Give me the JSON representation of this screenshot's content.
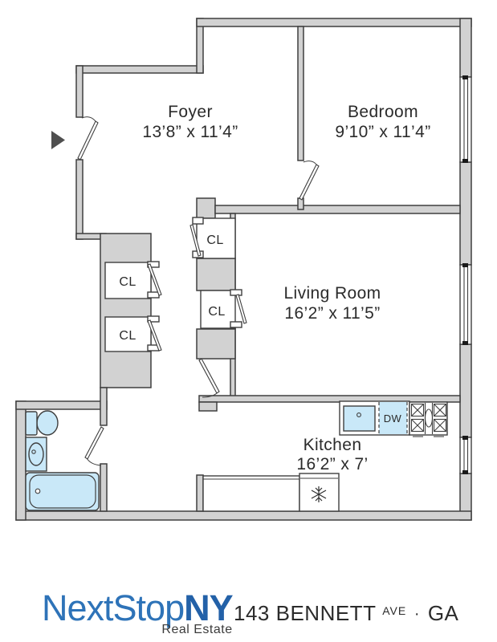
{
  "plan": {
    "rooms": [
      {
        "name": "Foyer",
        "dimensions": "13’8” x 11’4”"
      },
      {
        "name": "Bedroom",
        "dimensions": "9’10” x 11’4”"
      },
      {
        "name": "Living Room",
        "dimensions": "16’2” x 11’5”"
      },
      {
        "name": "Kitchen",
        "dimensions": "16’2” x 7’"
      }
    ],
    "closet_label": "CL",
    "appliances": {
      "dishwasher_label": "DW"
    },
    "colors": {
      "wall_fill": "#d2d2d2",
      "wall_stroke": "#3f3f3f",
      "fixture_fill": "#c9e8f8",
      "entry_arrow": "#4f4f4f"
    }
  },
  "footer": {
    "brand": {
      "name_primary": "NextStop",
      "name_accent": "NY",
      "tagline": "Real Estate"
    },
    "address_line": {
      "street": "143 BENNETT",
      "suffix": "AVE",
      "separator": "·",
      "unit": "GA"
    }
  }
}
